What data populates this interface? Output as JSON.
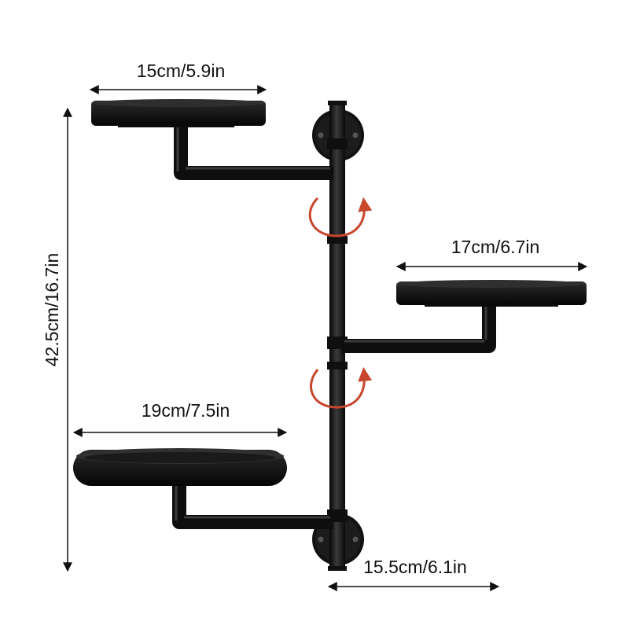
{
  "dimensions": {
    "top_shelf_width": "15cm/5.9in",
    "middle_shelf_width": "17cm/6.7in",
    "bottom_shelf_width": "19cm/7.5in",
    "total_height": "42.5cm/16.7in",
    "arm_depth": "15.5cm/6.1in"
  },
  "colors": {
    "metal": "#151515",
    "dimension_line": "#111111",
    "rotation_arrow": "#c8462c",
    "background": "#ffffff"
  },
  "icons": {
    "rotation": "rotate-arrow-icon"
  }
}
